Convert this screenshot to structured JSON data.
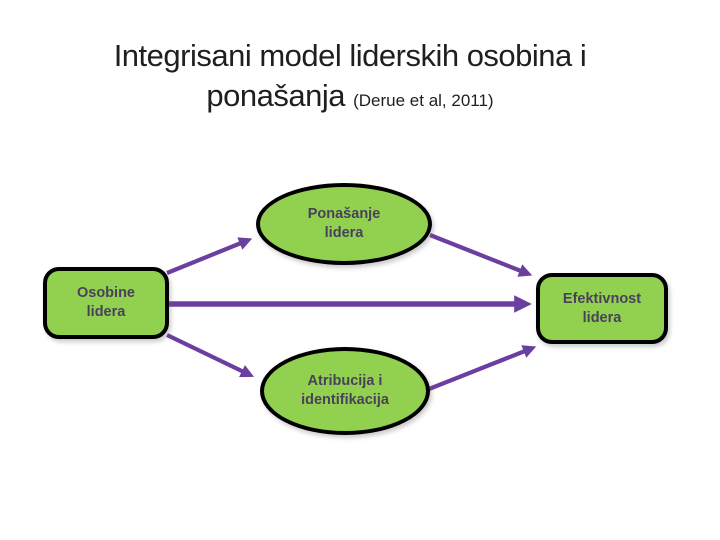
{
  "slide": {
    "title_line1": "Integrisani model liderskih osobina i",
    "title_line2": "ponašanja",
    "title_citation": "(Derue et al, 2011)"
  },
  "diagram": {
    "nodes": {
      "ponasanje": {
        "label": "Ponašanje\nlidera",
        "shape": "ellipse"
      },
      "osobine": {
        "label": "Osobine\nlidera",
        "shape": "rounded-rect"
      },
      "efektivnost": {
        "label": "Efektivnost\nlidera",
        "shape": "rounded-rect"
      },
      "atribucija": {
        "label": "Atribucija i\nidentifikacija",
        "shape": "ellipse"
      }
    },
    "edges": [
      {
        "from": "osobine",
        "to": "ponasanje"
      },
      {
        "from": "osobine",
        "to": "efektivnost"
      },
      {
        "from": "osobine",
        "to": "atribucija"
      },
      {
        "from": "ponasanje",
        "to": "efektivnost"
      },
      {
        "from": "atribucija",
        "to": "efektivnost"
      }
    ]
  },
  "colors": {
    "background": "#ffffff",
    "node_fill": "#92d050",
    "node_border": "#000000",
    "node_text": "#49415c",
    "arrow": "#6b3fa0",
    "title_text": "#1f1f1f"
  }
}
